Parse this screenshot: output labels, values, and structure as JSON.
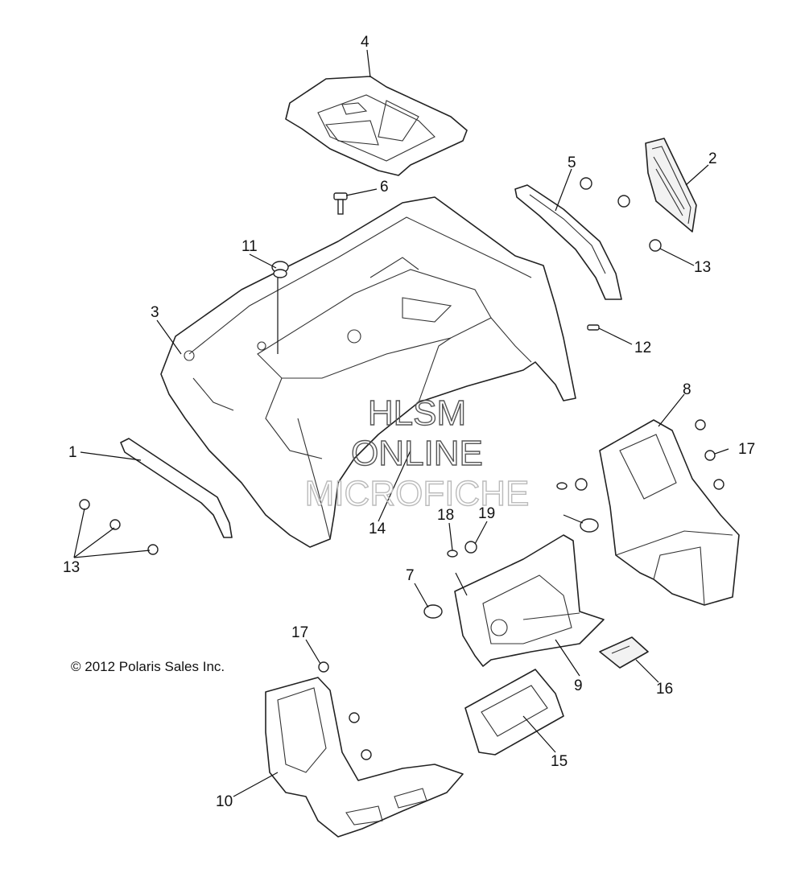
{
  "copyright": "© 2012 Polaris Sales Inc.",
  "watermark": {
    "line1": "HLSM",
    "line2": "ONLINE",
    "line3": "MICROFICHE"
  },
  "callouts": {
    "c1": "1",
    "c2": "2",
    "c3": "3",
    "c4": "4",
    "c5": "5",
    "c6": "6",
    "c7": "7",
    "c8": "8",
    "c9": "9",
    "c10": "10",
    "c11": "11",
    "c12": "12",
    "c13a": "13",
    "c13b": "13",
    "c14": "14",
    "c15": "15",
    "c16": "16",
    "c17a": "17",
    "c17b": "17",
    "c18": "18",
    "c19": "19"
  },
  "colors": {
    "line": "#222222",
    "watermark_dark": "#555555",
    "watermark_light": "#bbbbbb",
    "background": "#ffffff"
  }
}
